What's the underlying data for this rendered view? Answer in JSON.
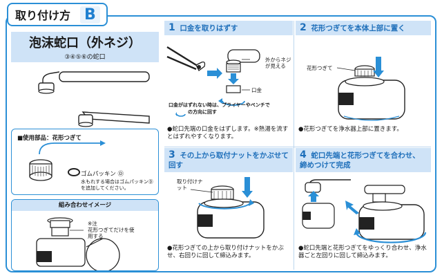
{
  "header": {
    "title": "取り付け方",
    "letter": "B"
  },
  "left": {
    "product_title": "泡沫蛇口（外ネジ）",
    "product_subtitle": "③④⑤⑥の蛇口",
    "parts": {
      "heading": "■使用部品：花形つぎて",
      "gasket_label": "ゴムパッキン Ⓓ",
      "note": "水もれする場合はゴムパッキンⒹを追加してください。"
    },
    "assembly": {
      "heading": "組み合わせイメージ",
      "note_mark": "※注",
      "note_text": "花形つぎてだけを使用する"
    }
  },
  "steps": [
    {
      "num": "1",
      "title": "口金を取りはずす",
      "label_thread": "外からネジが見える",
      "label_cap": "口金",
      "hint": "口金がはずれない時は、プライヤーやペンチで",
      "hint2": "の方向に回す",
      "desc": "●蛇口先端の口金をはずします。※熱湯を流すとはずれやすくなります。"
    },
    {
      "num": "2",
      "title": "花形つぎてを本体上部に置く",
      "label_part": "花形つぎて",
      "desc": "●花形つぎてを浄水器上部に置きます。"
    },
    {
      "num": "3",
      "title": "その上から取付ナットをかぶせて回す",
      "label_nut": "取り付けナット",
      "desc": "●花形つぎての上から取り付けナットをかぶせ、右回りに回して締込みます。"
    },
    {
      "num": "4",
      "title": "蛇口先端と花形つぎてを合わせ、締めつけて完成",
      "desc": "●蛇口先端と花形つぎてをゆっくり合わせ、浄水器ごと左回りに回して締込みます。"
    }
  ],
  "colors": {
    "accent": "#2a8fd6",
    "header_bg": "#cfe3f7",
    "title_text": "#1e6fba"
  }
}
